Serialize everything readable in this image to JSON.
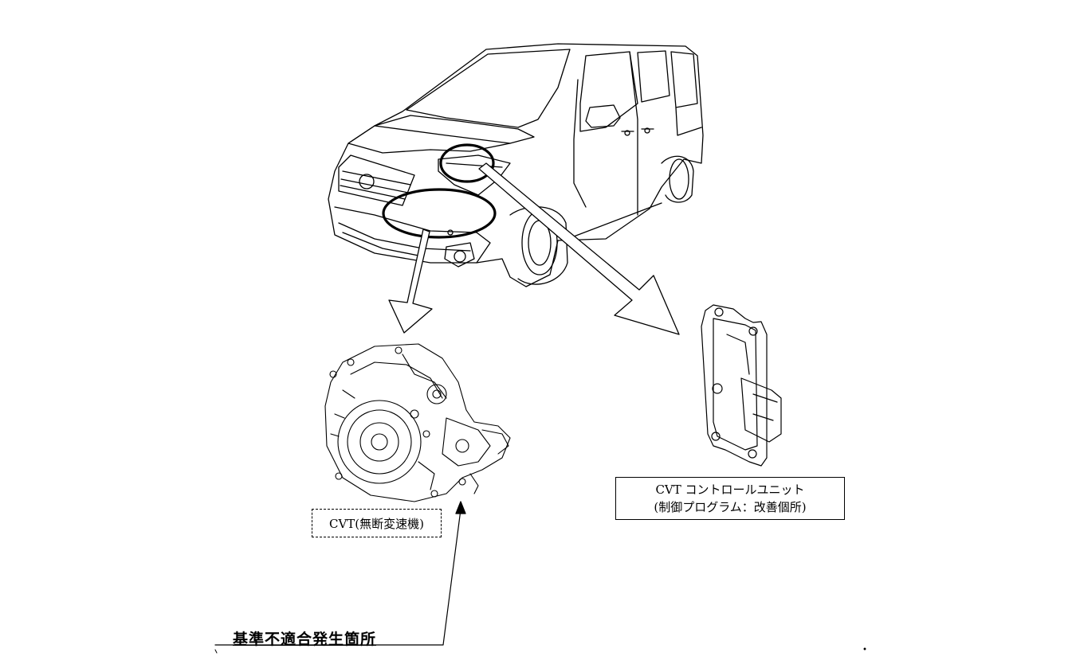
{
  "labels": {
    "cvt": "CVT(無断変速機)",
    "ecu_line1": "CVT コントロールユニット",
    "ecu_line2": "(制御プログラム：改善個所)",
    "nonconformance": "基準不適合発生箇所"
  },
  "colors": {
    "line": "#000000",
    "background": "#ffffff"
  }
}
